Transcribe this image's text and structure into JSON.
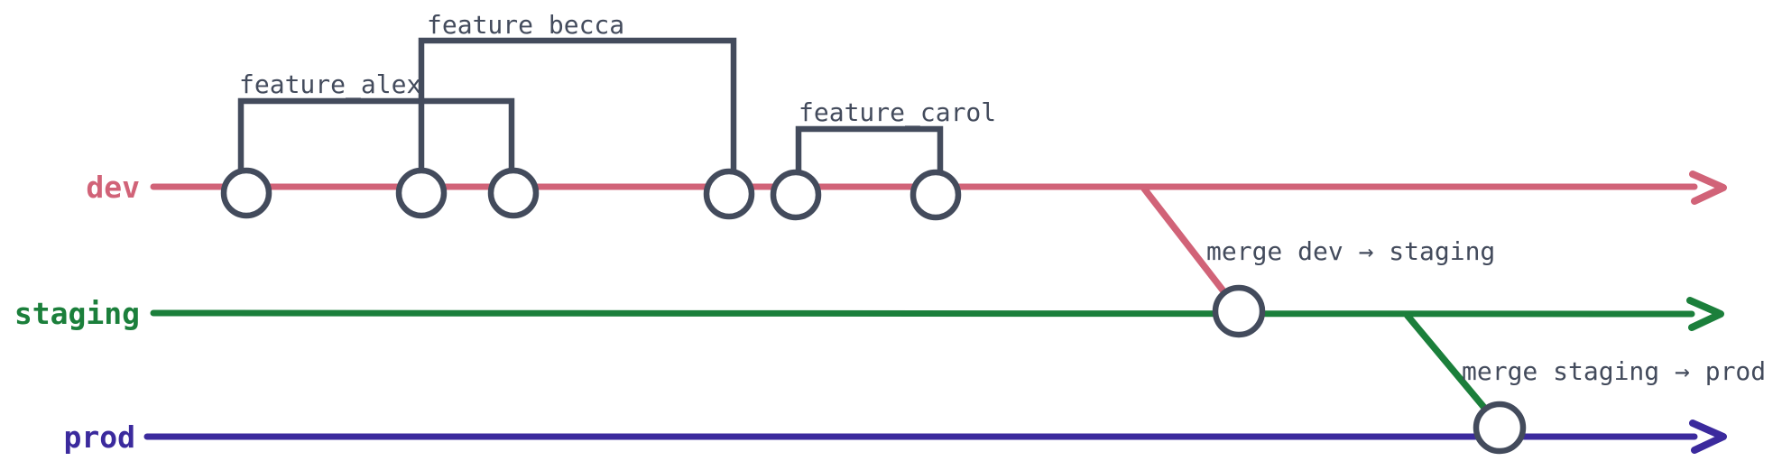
{
  "palette": {
    "ink": "#434b5c",
    "background": "#ffffff"
  },
  "diagram": {
    "type": "git-branch-flow",
    "branches": [
      {
        "name": "dev",
        "color": "#d16378",
        "commit_count": 6
      },
      {
        "name": "staging",
        "color": "#1b7f3b",
        "commit_count": 1
      },
      {
        "name": "prod",
        "color": "#3b2a9d",
        "commit_count": 1
      }
    ],
    "features": [
      {
        "label": "feature_alex",
        "branch": "dev",
        "from_commit": 1,
        "to_commit": 3
      },
      {
        "label": "feature_becca",
        "branch": "dev",
        "from_commit": 2,
        "to_commit": 4
      },
      {
        "label": "feature_carol",
        "branch": "dev",
        "from_commit": 5,
        "to_commit": 6
      }
    ],
    "merges": [
      {
        "label": "merge dev → staging",
        "from": "dev",
        "to": "staging"
      },
      {
        "label": "merge staging → prod",
        "from": "staging",
        "to": "prod"
      }
    ]
  }
}
